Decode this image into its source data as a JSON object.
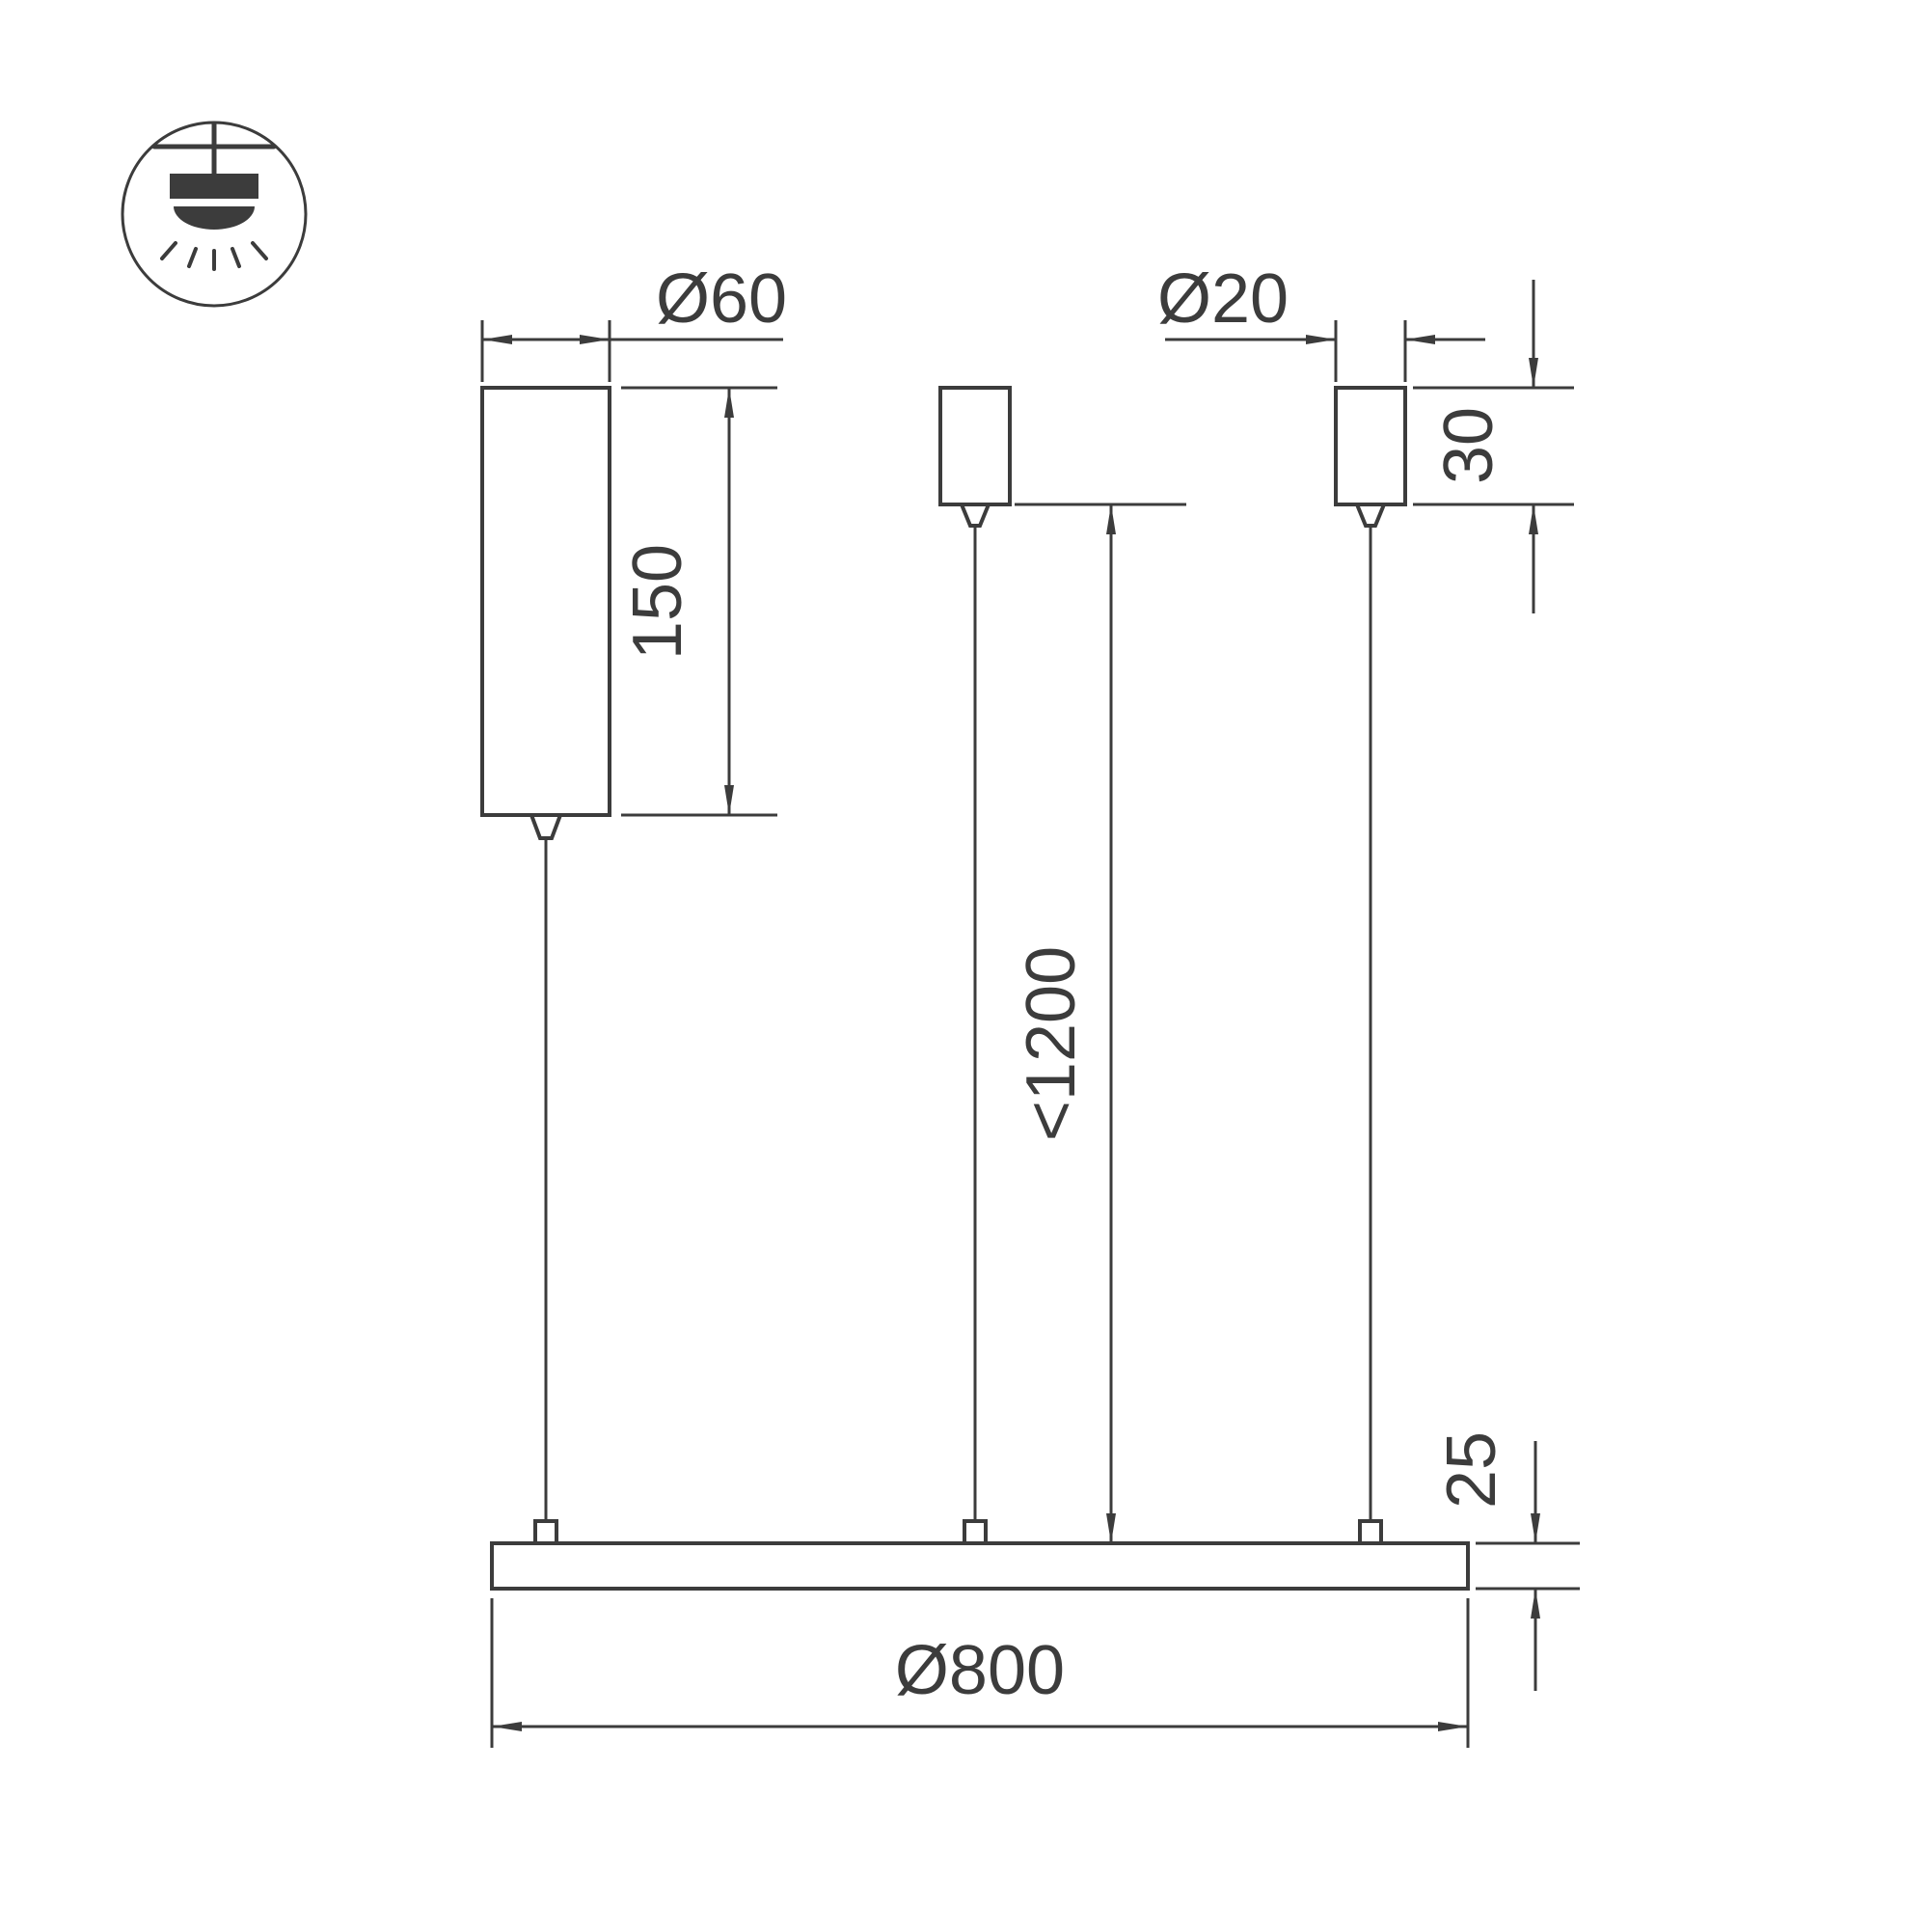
{
  "dimensions": {
    "large_canopy_diameter": "Ø60",
    "large_canopy_height": "150",
    "small_canopy_diameter": "Ø20",
    "small_canopy_height": "30",
    "max_suspension_length": "<1200",
    "lamp_profile_height": "25",
    "lamp_diameter": "Ø800"
  },
  "colors": {
    "line": "#3c3c3c",
    "background": "#ffffff"
  }
}
